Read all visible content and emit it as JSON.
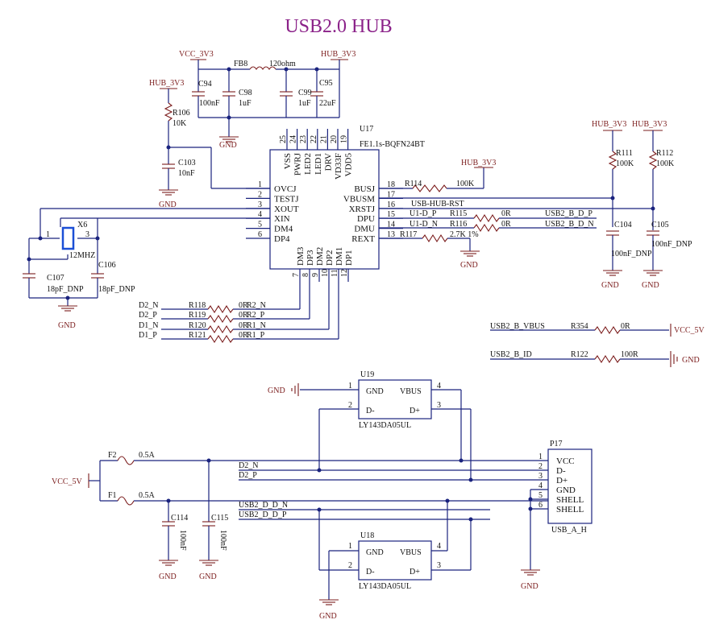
{
  "title": "USB2.0 HUB",
  "power_labels": {
    "vcc3v3": "VCC_3V3",
    "hub3v3": "HUB_3V3",
    "vcc5v": "VCC_5V",
    "gnd": "GND"
  },
  "hub_ic": {
    "ref": "U17",
    "part": "FE1.1s-BQFN24BT",
    "left_pins": [
      {
        "num": "1",
        "name": "OVCJ"
      },
      {
        "num": "2",
        "name": "TESTJ"
      },
      {
        "num": "3",
        "name": "XOUT"
      },
      {
        "num": "4",
        "name": "XIN"
      },
      {
        "num": "5",
        "name": "DM4"
      },
      {
        "num": "6",
        "name": "DP4"
      }
    ],
    "right_pins": [
      {
        "num": "18",
        "name": "BUSJ"
      },
      {
        "num": "17",
        "name": "VBUSM"
      },
      {
        "num": "16",
        "name": "XRSTJ"
      },
      {
        "num": "15",
        "name": "DPU"
      },
      {
        "num": "14",
        "name": "DMU"
      },
      {
        "num": "13",
        "name": "REXT"
      }
    ],
    "top_pins": [
      {
        "num": "25",
        "name": "VSS"
      },
      {
        "num": "24",
        "name": "PWRJ"
      },
      {
        "num": "23",
        "name": "LED2"
      },
      {
        "num": "22",
        "name": "LED1"
      },
      {
        "num": "21",
        "name": "DRV"
      },
      {
        "num": "20",
        "name": "VD33F"
      },
      {
        "num": "19",
        "name": "VDD5"
      }
    ],
    "bottom_pins": [
      {
        "num": "7",
        "name": "DM3"
      },
      {
        "num": "8",
        "name": "DP3"
      },
      {
        "num": "9",
        "name": "DM2"
      },
      {
        "num": "10",
        "name": "DP2"
      },
      {
        "num": "11",
        "name": "DM1"
      },
      {
        "num": "12",
        "name": "DP1"
      }
    ]
  },
  "components": {
    "fb8": "FB8",
    "fb8_val": "120ohm",
    "c94": "C94",
    "c94_val": "100nF",
    "c98": "C98",
    "c98_val": "1uF",
    "c99": "C99",
    "c99_val": "1uF",
    "c95": "C95",
    "c95_val": "22uF",
    "r106": "R106",
    "r106_val": "10K",
    "c103": "C103",
    "c103_val": "10nF",
    "x6": "X6",
    "x6_val": "12MHZ",
    "c106": "C106",
    "c106_val": "18pF_DNP",
    "c107": "C107",
    "c107_val": "18pF_DNP",
    "r114": "R114",
    "r114_val": "100K",
    "r115": "R115",
    "r115_val": "0R",
    "r116": "R116",
    "r116_val": "0R",
    "r117": "R117",
    "r117_val": "2.7K 1%",
    "r111": "R111",
    "r111_val": "100K",
    "r112": "R112",
    "r112_val": "100K",
    "c104": "C104",
    "c104_val": "100nF_DNP",
    "c105": "C105",
    "c105_val": "100nF_DNP",
    "r118": "R118",
    "r119": "R119",
    "r120": "R120",
    "r121": "R121",
    "r118_val": "0R",
    "r119_val": "0R",
    "r120_val": "0R",
    "r121_val": "0R",
    "r354": "R354",
    "r354_val": "0R",
    "r122": "R122",
    "r122_val": "100R",
    "f2": "F2",
    "f2_val": "0.5A",
    "f1": "F1",
    "f1_val": "0.5A",
    "c114": "C114",
    "c114_val": "100nF",
    "c115": "C115",
    "c115_val": "100nF"
  },
  "nets": {
    "usb_hub_rst": "USB-HUB-RST",
    "u1dp": "U1-D_P",
    "u1dn": "U1-D_N",
    "usb2_b_dp": "USB2_B_D_P",
    "usb2_b_dn": "USB2_B_D_N",
    "usb2_b_vbus": "USB2_B_VBUS",
    "usb2_b_id": "USB2_B_ID",
    "d2n": "D2_N",
    "d2p": "D2_P",
    "d1n": "D1_N",
    "d1p": "D1_P",
    "r2n": "R2_N",
    "r2p": "R2_P",
    "r1n": "R1_N",
    "r1p": "R1_P",
    "usb2_ddn": "USB2_D_D_N",
    "usb2_ddp": "USB2_D_D_P"
  },
  "tvs": {
    "u19": "U19",
    "u18": "U18",
    "part": "LY143DA05UL",
    "gnd": "GND",
    "vbus": "VBUS",
    "dm": "D-",
    "dp": "D+",
    "p1": "1",
    "p2": "2",
    "p3": "3",
    "p4": "4"
  },
  "connector": {
    "ref": "P17",
    "part": "USB_A_H",
    "pins": [
      {
        "num": "1",
        "name": "VCC"
      },
      {
        "num": "2",
        "name": "D-"
      },
      {
        "num": "3",
        "name": "D+"
      },
      {
        "num": "4",
        "name": "GND"
      },
      {
        "num": "5",
        "name": "SHELL"
      },
      {
        "num": "6",
        "name": "SHELL"
      }
    ]
  },
  "colors": {
    "wire": "#1a237e",
    "part": "#7b1c1c",
    "title": "#8b2289"
  }
}
